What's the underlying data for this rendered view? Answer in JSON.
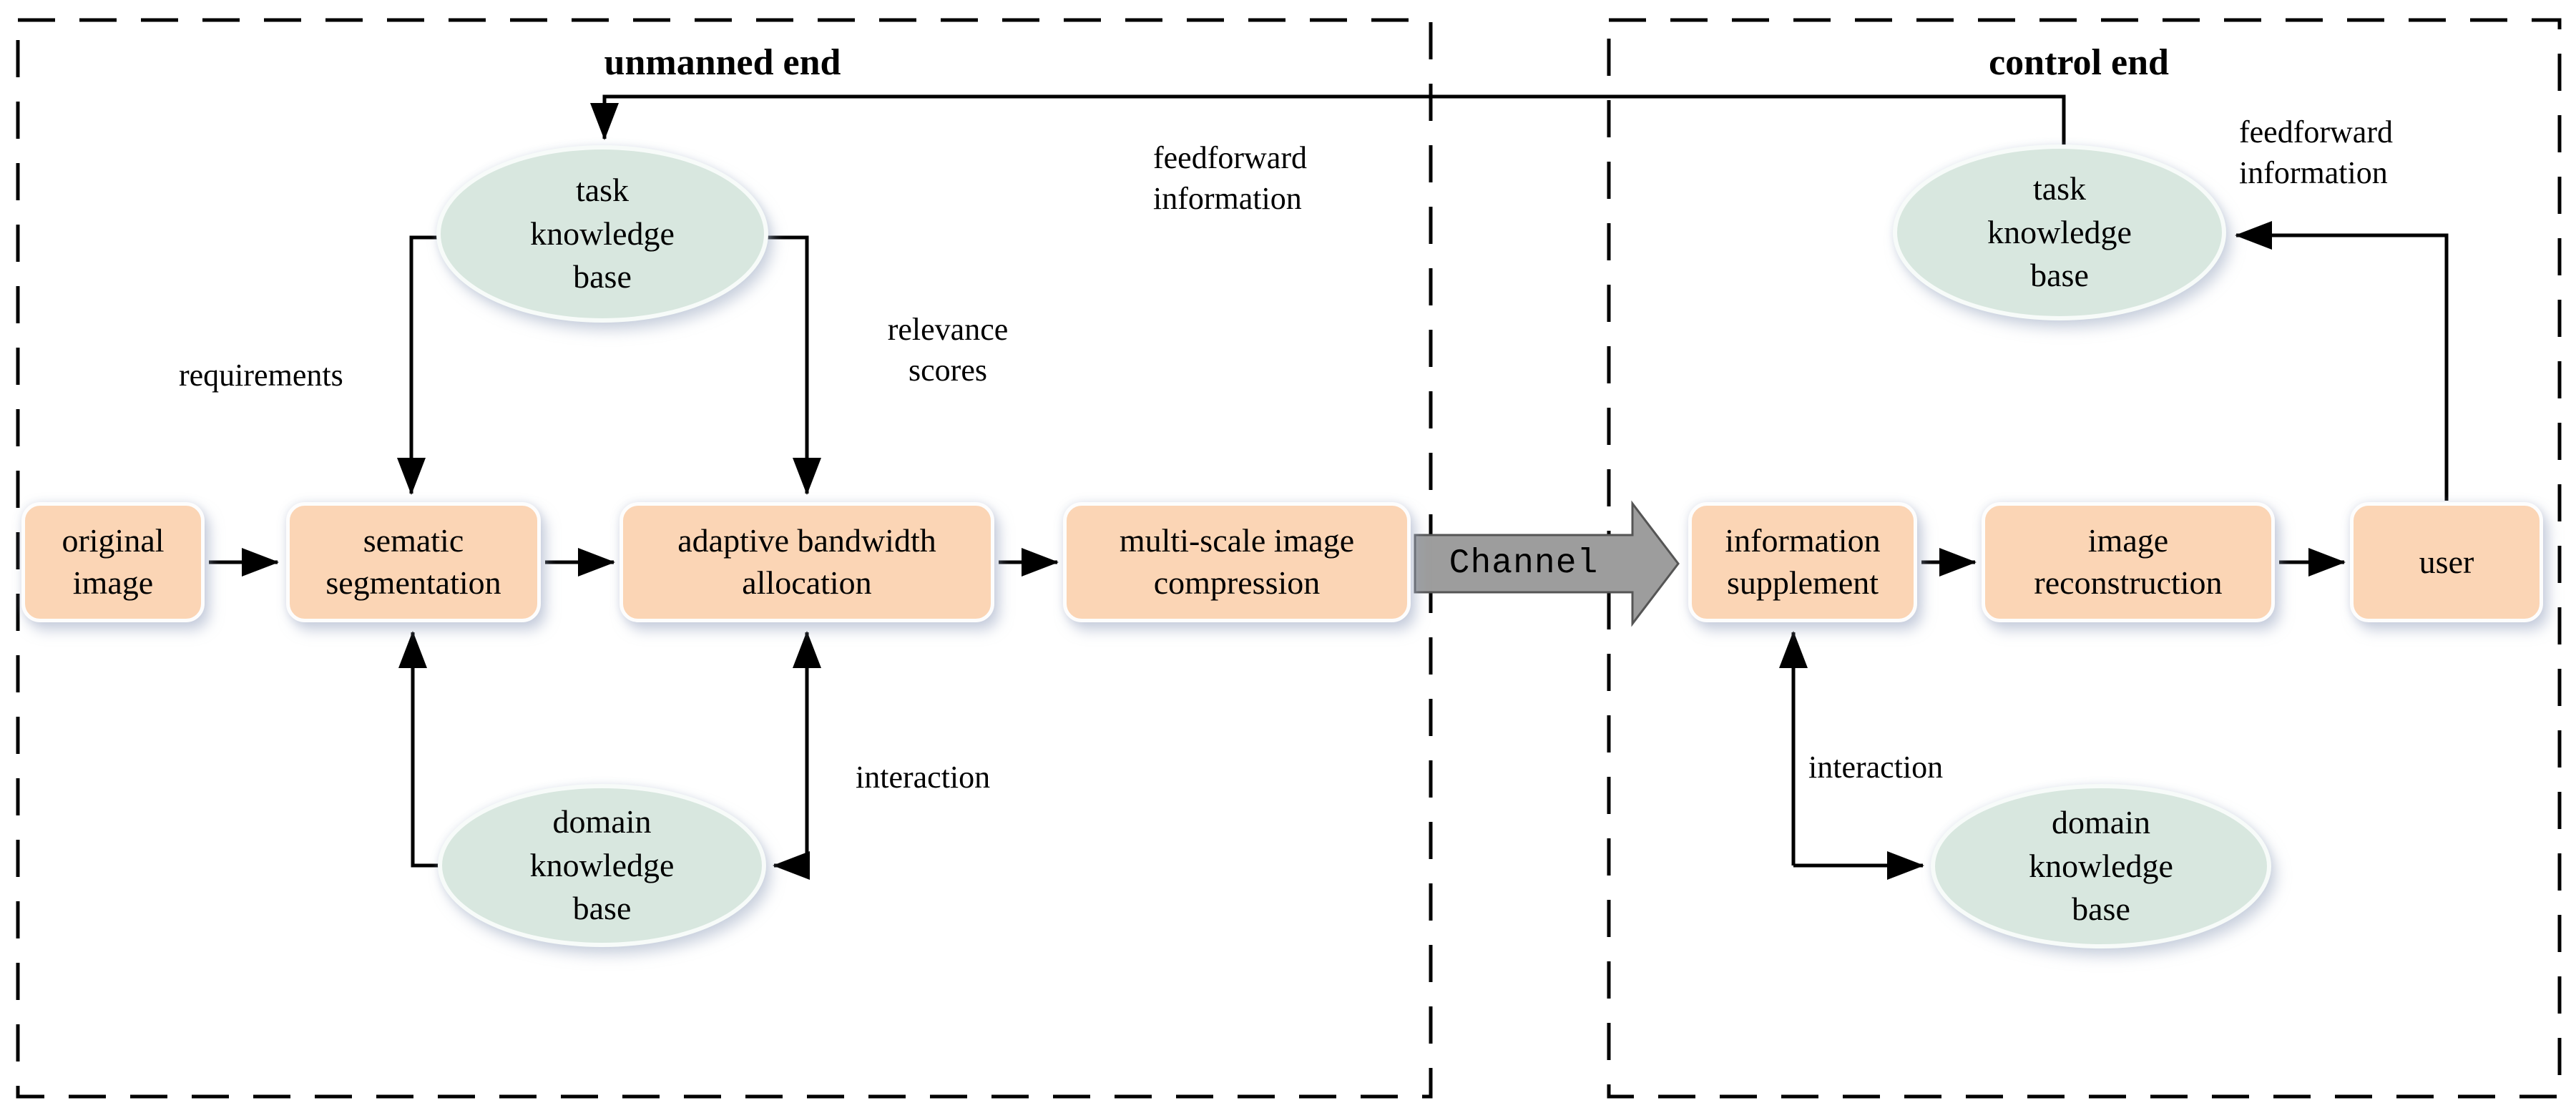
{
  "regions": {
    "unmanned": {
      "title": "unmanned end"
    },
    "control": {
      "title": "control end"
    }
  },
  "nodes": {
    "original_image": "original\nimage",
    "sematic_segmentation": "sematic\nsegmentation",
    "adaptive_bandwidth_allocation": "adaptive bandwidth\nallocation",
    "multi_scale_image_compression": "multi-scale image\ncompression",
    "information_supplement": "information\nsupplement",
    "image_reconstruction": "image\nreconstruction",
    "user": "user",
    "task_knowledge_base_unmanned": "task\nknowledge\nbase",
    "domain_knowledge_base_unmanned": "domain\nknowledge\nbase",
    "task_knowledge_base_control": "task\nknowledge\nbase",
    "domain_knowledge_base_control": "domain\nknowledge\nbase"
  },
  "channel": {
    "label": "Channel"
  },
  "edge_labels": {
    "requirements": "requirements",
    "relevance_scores": "relevance\nscores",
    "feedforward_unmanned": "feedforward\ninformation",
    "feedforward_control": "feedforward\ninformation",
    "interaction_unmanned": "interaction",
    "interaction_control": "interaction"
  },
  "colors": {
    "process_box_fill": "#fbd5b5",
    "knowledge_base_fill": "#d8e7df",
    "channel_fill": "#9d9d9d",
    "line_color": "#000000",
    "background": "#ffffff"
  }
}
